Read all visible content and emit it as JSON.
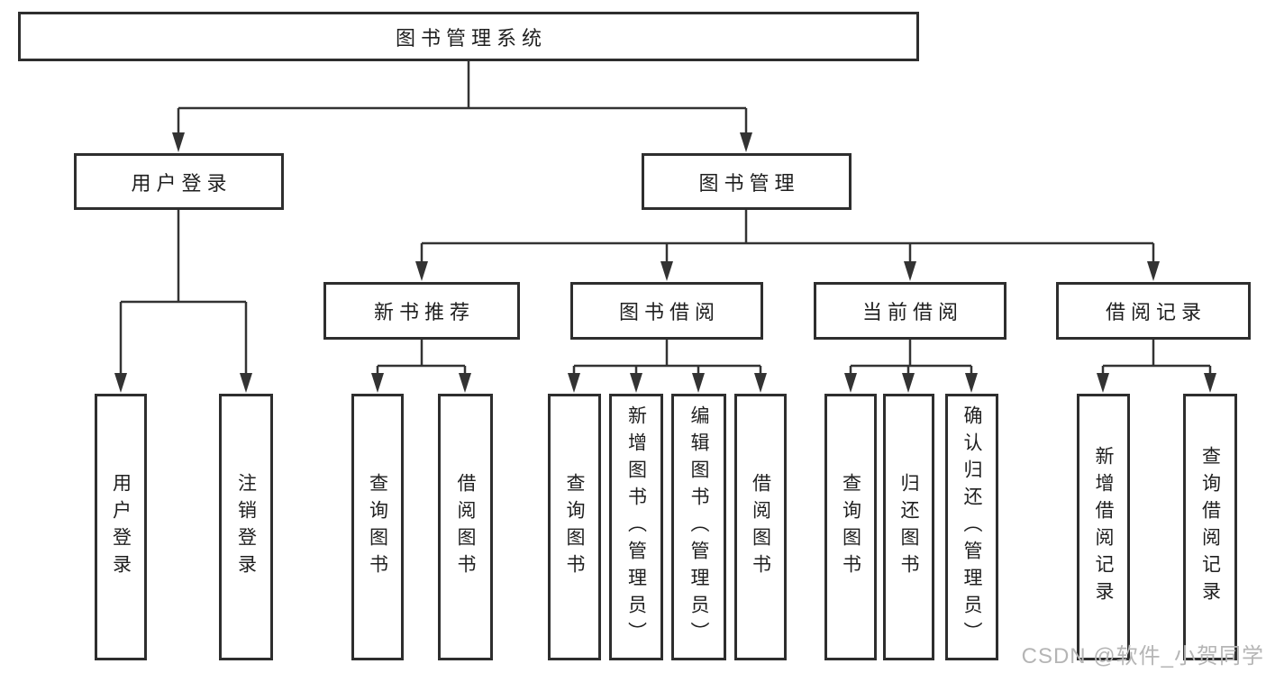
{
  "colors": {
    "line": "#333333",
    "box_border": "#2e2e2e",
    "text": "#1f1f1f",
    "watermark": "#b5b5b5",
    "background": "#ffffff"
  },
  "diagram": {
    "root": {
      "label": "图书管理系统"
    },
    "level2": [
      {
        "label": "用户登录"
      },
      {
        "label": "图书管理"
      }
    ],
    "level3": [
      {
        "label": "新书推荐"
      },
      {
        "label": "图书借阅"
      },
      {
        "label": "当前借阅"
      },
      {
        "label": "借阅记录"
      }
    ],
    "leaves": [
      {
        "label": "用户登录"
      },
      {
        "label": "注销登录"
      },
      {
        "label": "查询图书"
      },
      {
        "label": "借阅图书"
      },
      {
        "label": "查询图书"
      },
      {
        "label": "新增图书（管理员）"
      },
      {
        "label": "编辑图书（管理员）"
      },
      {
        "label": "借阅图书"
      },
      {
        "label": "查询图书"
      },
      {
        "label": "归还图书"
      },
      {
        "label": "确认归还（管理员）"
      },
      {
        "label": "新增借阅记录"
      },
      {
        "label": "查询借阅记录"
      }
    ]
  },
  "watermark": {
    "text": "CSDN @软件_小贺同学"
  }
}
